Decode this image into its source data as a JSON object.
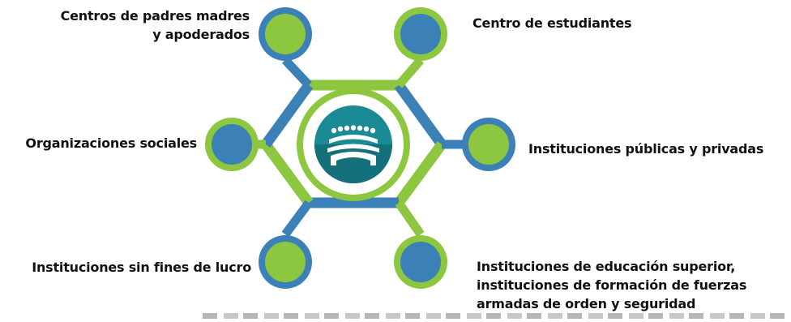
{
  "colors": {
    "green": "#8dc63f",
    "blue": "#3c80b8",
    "teal_dark": "#1a7f8c",
    "teal_light": "#2aa0a8",
    "text": "#111111"
  },
  "center": {
    "icon": "gathering-audience-icon"
  },
  "nodes": [
    {
      "id": "top-left",
      "label_lines": [
        "Centros de padres madres",
        "y apoderados"
      ],
      "fill": "green"
    },
    {
      "id": "top-right",
      "label_lines": [
        "Centro de estudiantes"
      ],
      "fill": "blue"
    },
    {
      "id": "mid-left",
      "label_lines": [
        "Organizaciones sociales"
      ],
      "fill": "blue"
    },
    {
      "id": "mid-right",
      "label_lines": [
        "Instituciones públicas y privadas"
      ],
      "fill": "green"
    },
    {
      "id": "bottom-left",
      "label_lines": [
        "Instituciones sin fines de lucro"
      ],
      "fill": "green"
    },
    {
      "id": "bottom-right",
      "label_lines": [
        "Instituciones de educación superior,",
        "instituciones de formación de fuerzas",
        "armadas de orden y seguridad"
      ],
      "fill": "blue"
    }
  ]
}
